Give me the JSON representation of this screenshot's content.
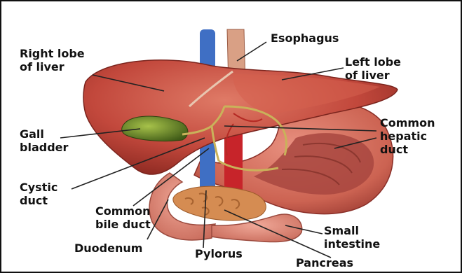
{
  "labels": {
    "esophagus": "Esophagus",
    "right_lobe": "Right lobe\nof liver",
    "left_lobe": "Left lobe\nof liver",
    "gall_bladder": "Gall\nbladder",
    "common_hepatic_duct": "Common\nhepatic\nduct",
    "cystic_duct": "Cystic\nduct",
    "common_bile_duct": "Common\nbile duct",
    "duodenum": "Duodenum",
    "pylorus": "Pylorus",
    "small_intestine": "Small\nintestine",
    "pancreas": "Pancreas"
  },
  "colors": {
    "liver": "#c2483c",
    "liver_dark": "#8e2a22",
    "gall_bladder": "#6d8a2a",
    "stomach": "#d06a5c",
    "stomach_inner": "#a8473f",
    "pancreas": "#d58c52",
    "vein": "#3f6fc4",
    "artery": "#c7242a",
    "duct": "#c9b25a",
    "leader": "#222222"
  }
}
